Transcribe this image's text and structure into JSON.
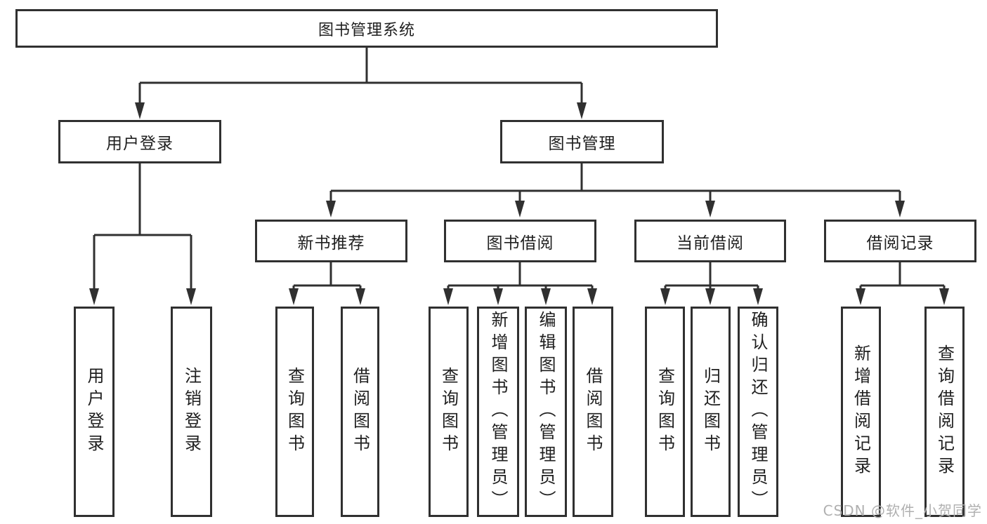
{
  "colors": {
    "line": "#303030",
    "box_border": "#2f2f2f",
    "text": "#1f1f1f",
    "background": "#ffffff",
    "watermark": "#b0b0b0"
  },
  "watermark": {
    "text": "CSDN @软件_小贺同学"
  },
  "diagram": {
    "root": {
      "label": "图书管理系统"
    },
    "branches": [
      {
        "label": "用户登录",
        "children": [
          {
            "label": "用户登录"
          },
          {
            "label": "注销登录"
          }
        ]
      },
      {
        "label": "图书管理",
        "children": [
          {
            "label": "新书推荐",
            "children": [
              {
                "label": "查询图书"
              },
              {
                "label": "借阅图书"
              }
            ]
          },
          {
            "label": "图书借阅",
            "children": [
              {
                "label": "查询图书"
              },
              {
                "label": "新增图书（管理员）"
              },
              {
                "label": "编辑图书（管理员）"
              },
              {
                "label": "借阅图书"
              }
            ]
          },
          {
            "label": "当前借阅",
            "children": [
              {
                "label": "查询图书"
              },
              {
                "label": "归还图书"
              },
              {
                "label": "确认归还（管理员）"
              }
            ]
          },
          {
            "label": "借阅记录",
            "children": [
              {
                "label": "新增借阅记录"
              },
              {
                "label": "查询借阅记录"
              }
            ]
          }
        ]
      }
    ]
  }
}
